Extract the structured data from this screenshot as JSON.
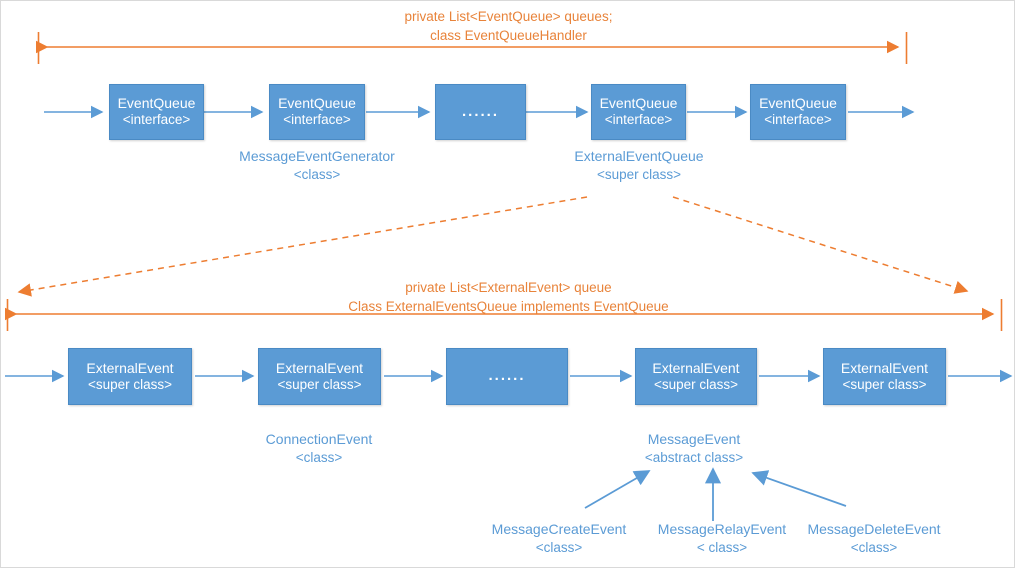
{
  "diagram": {
    "title_hidden": "",
    "colors": {
      "node_fill": "#5b9bd5",
      "node_border": "#4a8ac4",
      "node_text": "#ffffff",
      "caption_text": "#5b9bd5",
      "bracket": "#ed7d31",
      "arrow": "#5b9bd5",
      "dashed": "#ed7d31",
      "frame": "#d9d9d9",
      "background": "#ffffff"
    },
    "brackets": [
      {
        "id": "bracket-top",
        "line1": "private List<EventQueue> queues;",
        "line2": "class EventQueueHandler"
      },
      {
        "id": "bracket-bottom",
        "line1": "private List<ExternalEvent> queue",
        "line2": "Class ExternalEventsQueue implements EventQueue"
      }
    ],
    "row_top": {
      "nodes": [
        {
          "line1": "EventQueue",
          "line2": "<interface>"
        },
        {
          "line1": "EventQueue",
          "line2": "<interface>"
        },
        {
          "line1": "......",
          "line2": ""
        },
        {
          "line1": "EventQueue",
          "line2": "<interface>"
        },
        {
          "line1": "EventQueue",
          "line2": "<interface>"
        }
      ],
      "captions": [
        {
          "line1": "MessageEventGenerator",
          "line2": "<class>"
        },
        {
          "line1": "ExternalEventQueue",
          "line2": "<super class>"
        }
      ]
    },
    "row_bottom": {
      "nodes": [
        {
          "line1": "ExternalEvent",
          "line2": "<super class>"
        },
        {
          "line1": "ExternalEvent",
          "line2": "<super class>"
        },
        {
          "line1": "......",
          "line2": ""
        },
        {
          "line1": "ExternalEvent",
          "line2": "<super class>"
        },
        {
          "line1": "ExternalEvent",
          "line2": "<super class>"
        }
      ],
      "captions": [
        {
          "line1": "ConnectionEvent",
          "line2": "<class>"
        },
        {
          "line1": "MessageEvent",
          "line2": "<abstract class>"
        }
      ],
      "subclasses": [
        {
          "line1": "MessageCreateEvent",
          "line2": "<class>"
        },
        {
          "line1": "MessageRelayEvent",
          "line2": "< class>"
        },
        {
          "line1": "MessageDeleteEvent",
          "line2": "<class>"
        }
      ]
    }
  }
}
